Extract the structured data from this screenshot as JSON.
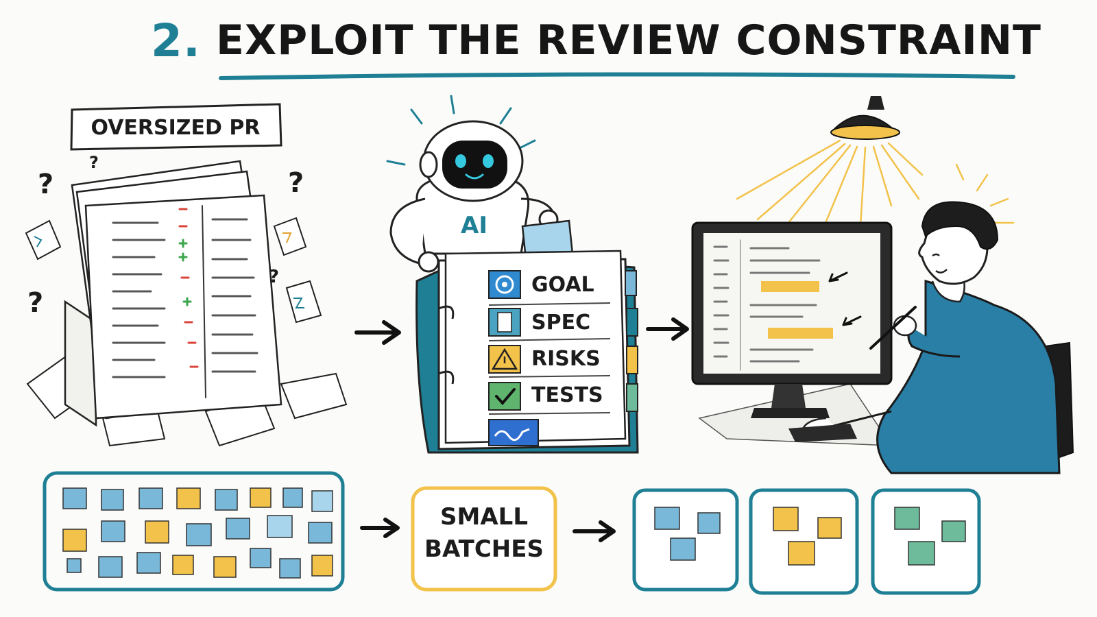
{
  "title": {
    "number": "2.",
    "text": "EXPLOIT THE REVIEW CONSTRAINT"
  },
  "oversized": {
    "label": "OVERSIZED PR",
    "marks": [
      "?",
      "?",
      "?",
      "?",
      "?"
    ]
  },
  "robot": {
    "chest": "AI"
  },
  "binder": {
    "tabs": [
      "GOAL",
      "SPEC",
      "RISKS",
      "TESTS"
    ]
  },
  "batch": {
    "label_line1": "SMALL",
    "label_line2": "BATCHES"
  },
  "colors": {
    "teal": "#1e7f95",
    "yellow": "#f2c24a",
    "blue": "#79b8d8",
    "green": "#6dbb9a",
    "ink": "#1b1b1b"
  }
}
